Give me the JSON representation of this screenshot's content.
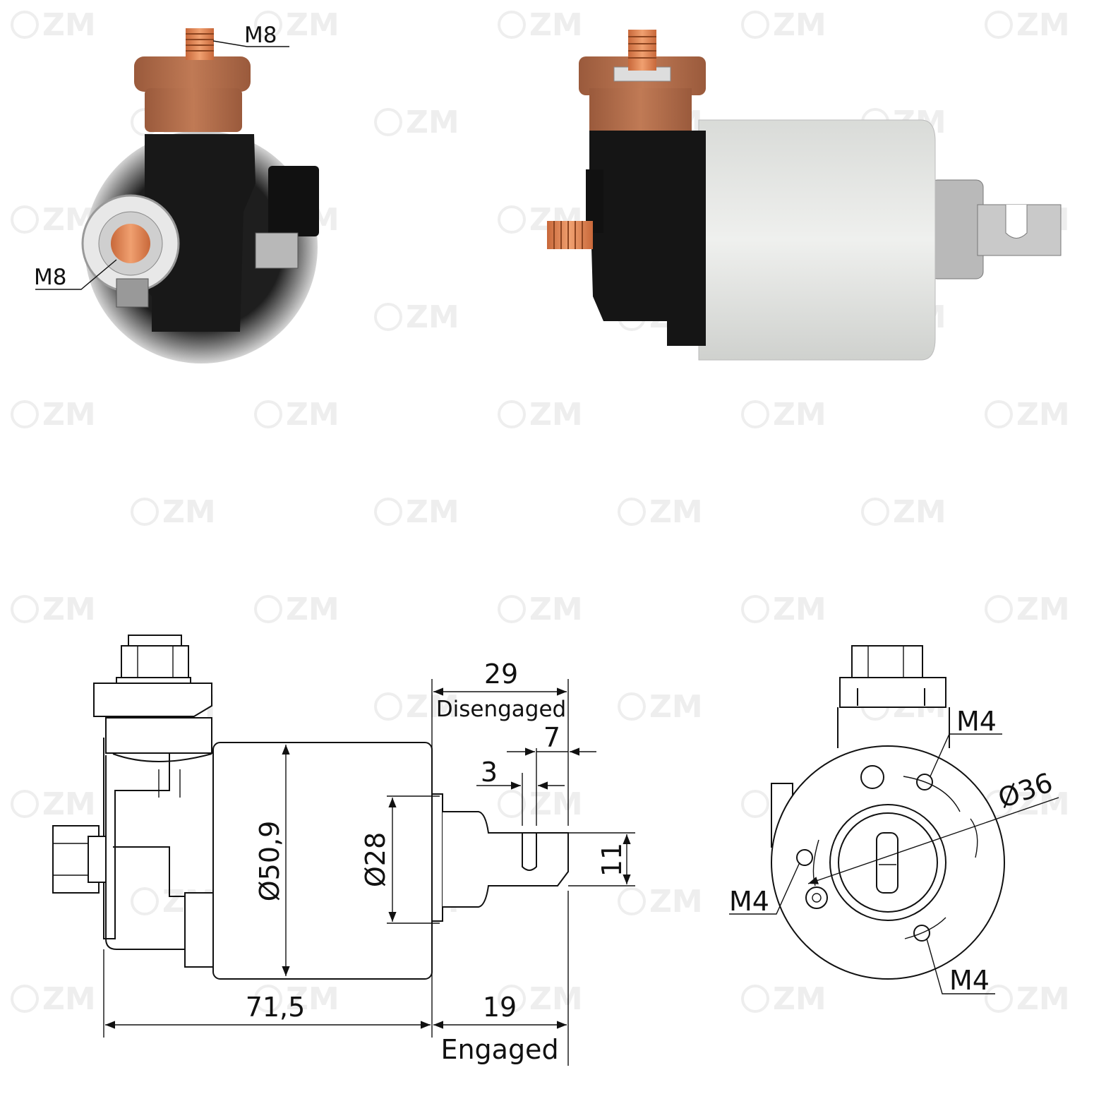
{
  "watermark": {
    "text": "ZM",
    "color": "#eeeeee"
  },
  "photo_end": {
    "label_top": "M8",
    "label_side": "M8"
  },
  "drawing_side": {
    "dims": {
      "body_diameter": "Ø50,9",
      "flange_diameter": "Ø28",
      "tab_width": "11",
      "disengaged_length": "29",
      "slot_offset": "7",
      "slot_width": "3",
      "body_length": "71,5",
      "engaged_length": "19"
    },
    "labels": {
      "disengaged": "Disengaged",
      "engaged": "Engaged"
    }
  },
  "drawing_end": {
    "dims": {
      "pitch_circle": "Ø36"
    },
    "labels": {
      "m4_top": "M4",
      "m4_left": "M4",
      "m4_bottom": "M4"
    }
  }
}
